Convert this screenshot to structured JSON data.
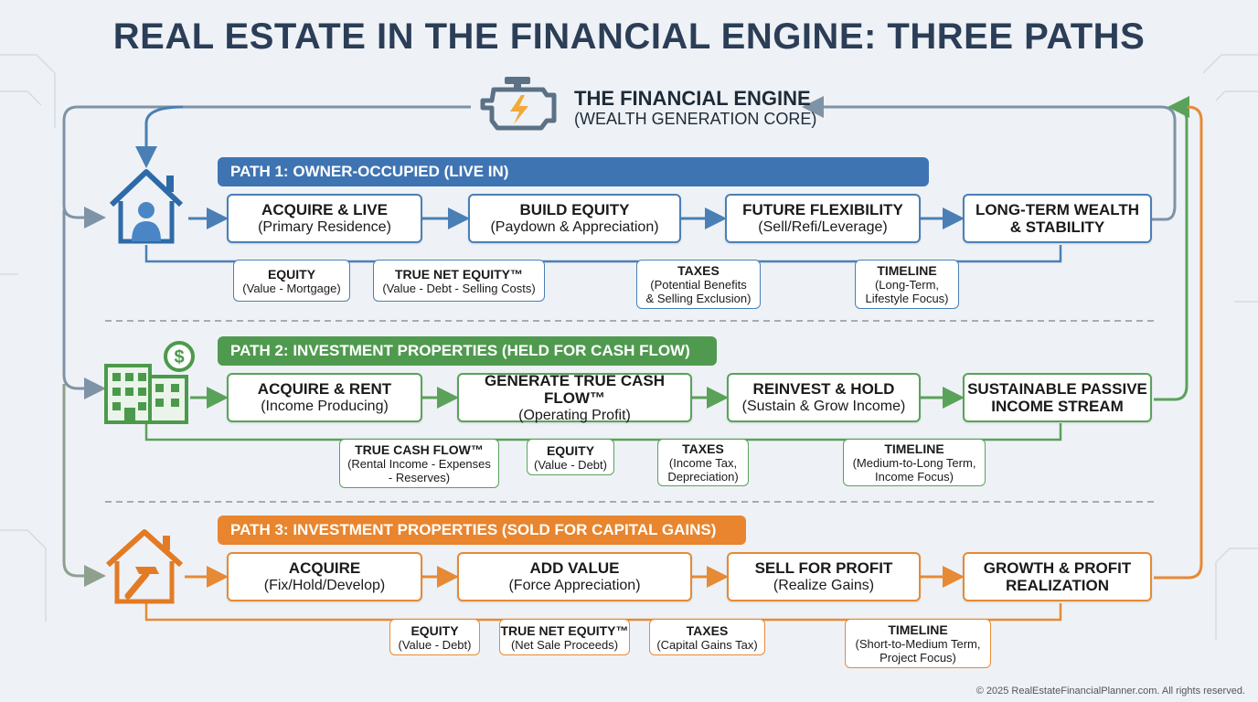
{
  "title": "REAL ESTATE IN THE FINANCIAL ENGINE: THREE PATHS",
  "engine": {
    "title": "THE FINANCIAL ENGINE",
    "subtitle": "(WEALTH GENERATION CORE)"
  },
  "colors": {
    "path1": "#4a7fb5",
    "path1_banner": "#3f74b3",
    "path2": "#5aa25a",
    "path2_banner": "#4f9a4f",
    "path3": "#e68a35",
    "path3_banner": "#e8852e",
    "engine_icon": "#5b7186",
    "bolt": "#f2a93b"
  },
  "icons": {
    "engine": "engine-bolt-icon",
    "path1": "house-person-icon",
    "path2": "building-dollar-icon",
    "path3": "house-hammer-icon"
  },
  "path1": {
    "banner": "PATH 1: OWNER-OCCUPIED (LIVE IN)",
    "steps": [
      {
        "title": "ACQUIRE & LIVE",
        "sub": "(Primary Residence)"
      },
      {
        "title": "BUILD EQUITY",
        "sub": "(Paydown & Appreciation)"
      },
      {
        "title": "FUTURE FLEXIBILITY",
        "sub": "(Sell/Refi/Leverage)"
      },
      {
        "title": "LONG-TERM WEALTH\n& STABILITY",
        "sub": ""
      }
    ],
    "notes": [
      {
        "title": "EQUITY",
        "sub": "(Value - Mortgage)"
      },
      {
        "title": "TRUE NET EQUITY™",
        "sub": "(Value - Debt - Selling Costs)"
      },
      {
        "title": "TAXES",
        "sub": "(Potential Benefits\n& Selling Exclusion)"
      },
      {
        "title": "TIMELINE",
        "sub": "(Long-Term,\nLifestyle Focus)"
      }
    ]
  },
  "path2": {
    "banner": "PATH 2: INVESTMENT PROPERTIES (HELD FOR CASH FLOW)",
    "steps": [
      {
        "title": "ACQUIRE & RENT",
        "sub": "(Income Producing)"
      },
      {
        "title": "GENERATE TRUE CASH FLOW™",
        "sub": "(Operating Profit)"
      },
      {
        "title": "REINVEST & HOLD",
        "sub": "(Sustain & Grow Income)"
      },
      {
        "title": "SUSTAINABLE PASSIVE\nINCOME STREAM",
        "sub": ""
      }
    ],
    "notes": [
      {
        "title": "TRUE CASH FLOW™",
        "sub": "(Rental Income - Expenses\n- Reserves)"
      },
      {
        "title": "EQUITY",
        "sub": "(Value - Debt)"
      },
      {
        "title": "TAXES",
        "sub": "(Income Tax,\nDepreciation)"
      },
      {
        "title": "TIMELINE",
        "sub": "(Medium-to-Long Term,\nIncome Focus)"
      }
    ]
  },
  "path3": {
    "banner": "PATH 3: INVESTMENT PROPERTIES (SOLD FOR CAPITAL GAINS)",
    "steps": [
      {
        "title": "ACQUIRE",
        "sub": "(Fix/Hold/Develop)"
      },
      {
        "title": "ADD VALUE",
        "sub": "(Force Appreciation)"
      },
      {
        "title": "SELL FOR PROFIT",
        "sub": "(Realize Gains)"
      },
      {
        "title": "GROWTH & PROFIT\nREALIZATION",
        "sub": ""
      }
    ],
    "notes": [
      {
        "title": "EQUITY",
        "sub": "(Value - Debt)"
      },
      {
        "title": "TRUE NET EQUITY™",
        "sub": "(Net Sale Proceeds)"
      },
      {
        "title": "TAXES",
        "sub": "(Capital Gains Tax)"
      },
      {
        "title": "TIMELINE",
        "sub": "(Short-to-Medium Term,\nProject Focus)"
      }
    ]
  },
  "copyright": "© 2025 RealEstateFinancialPlanner.com. All rights reserved."
}
